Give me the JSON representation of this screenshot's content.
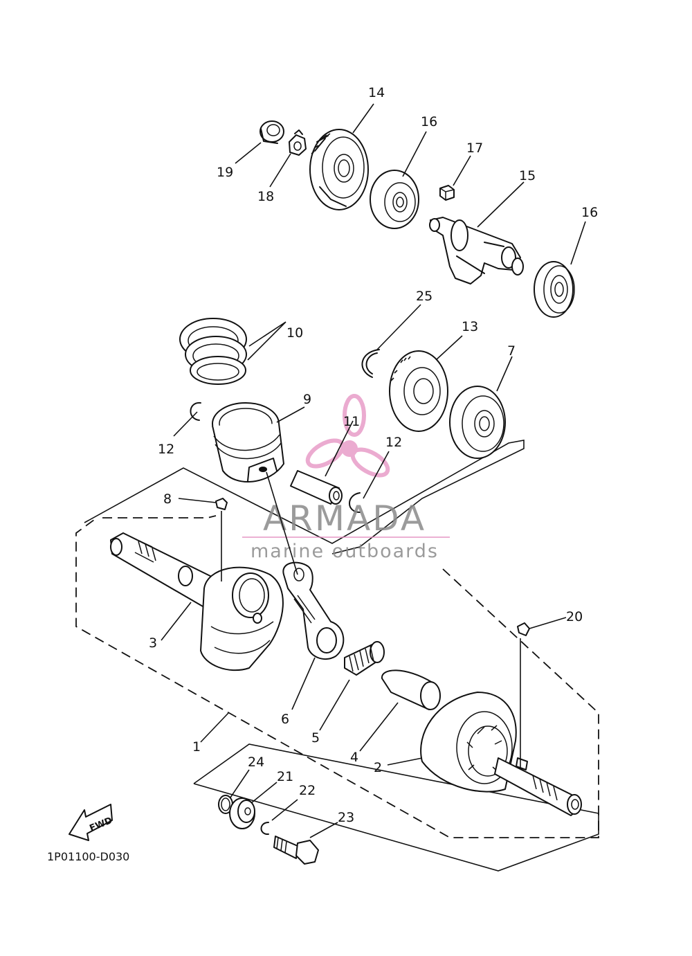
{
  "diagram": {
    "code": "1P01100-D030",
    "fwd_label": "FWD",
    "callouts": {
      "c1": "1",
      "c2": "2",
      "c3": "3",
      "c4": "4",
      "c5": "5",
      "c6": "6",
      "c7": "7",
      "c8": "8",
      "c9": "9",
      "c10": "10",
      "c11": "11",
      "c12a": "12",
      "c12b": "12",
      "c13": "13",
      "c14": "14",
      "c15": "15",
      "c16a": "16",
      "c16b": "16",
      "c17": "17",
      "c18": "18",
      "c19": "19",
      "c20": "20",
      "c21": "21",
      "c22": "22",
      "c23": "23",
      "c24": "24",
      "c25": "25"
    }
  },
  "watermark": {
    "title": "ARMADA",
    "subtitle": "marine outboards",
    "colors": {
      "logo": "#e58fc1",
      "text": "#8a8a8a"
    }
  }
}
